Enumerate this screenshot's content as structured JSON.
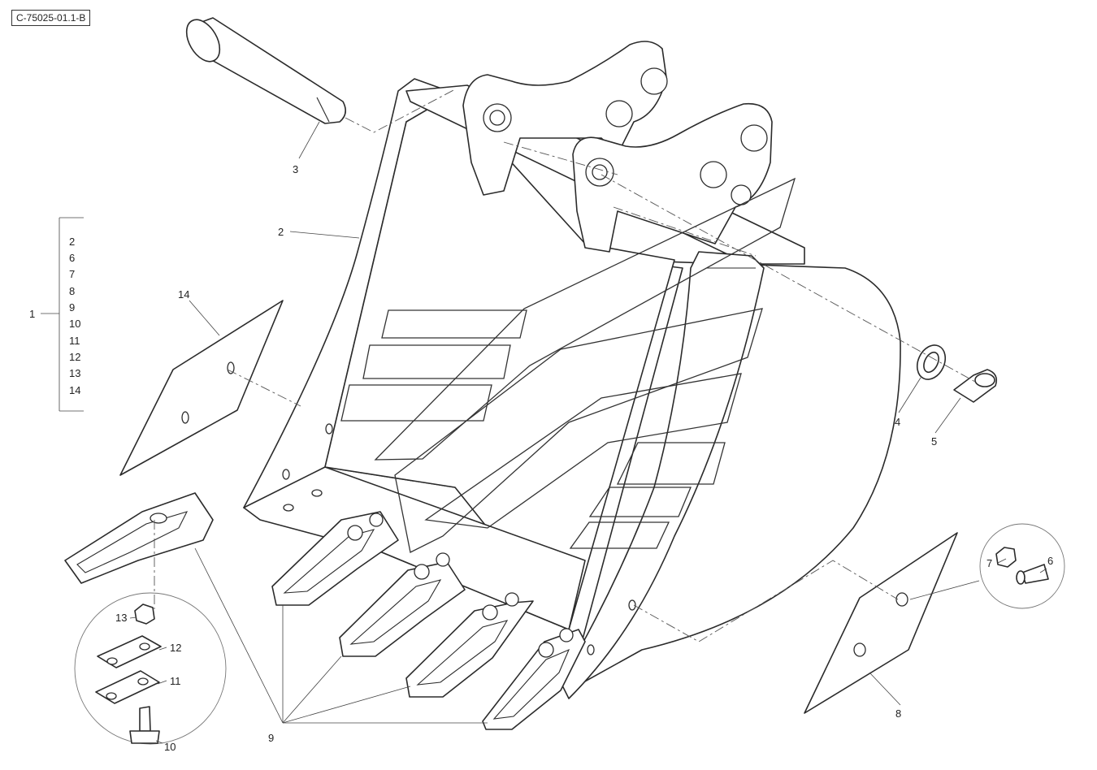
{
  "reference_code": "C-75025-01.1-B",
  "assembly": {
    "label": "1",
    "items": [
      "2",
      "6",
      "7",
      "8",
      "9",
      "10",
      "11",
      "12",
      "13",
      "14"
    ]
  },
  "callouts": {
    "bucket": "2",
    "pin": "3",
    "washer": "4",
    "lock_pin": "5",
    "bolt_detail": "6",
    "nut_detail": "7",
    "side_cutter_right": "8",
    "teeth": "9",
    "tooth_bolt": "10",
    "plate_lower": "11",
    "plate_upper": "12",
    "tooth_nut": "13",
    "side_cutter_left": "14"
  }
}
